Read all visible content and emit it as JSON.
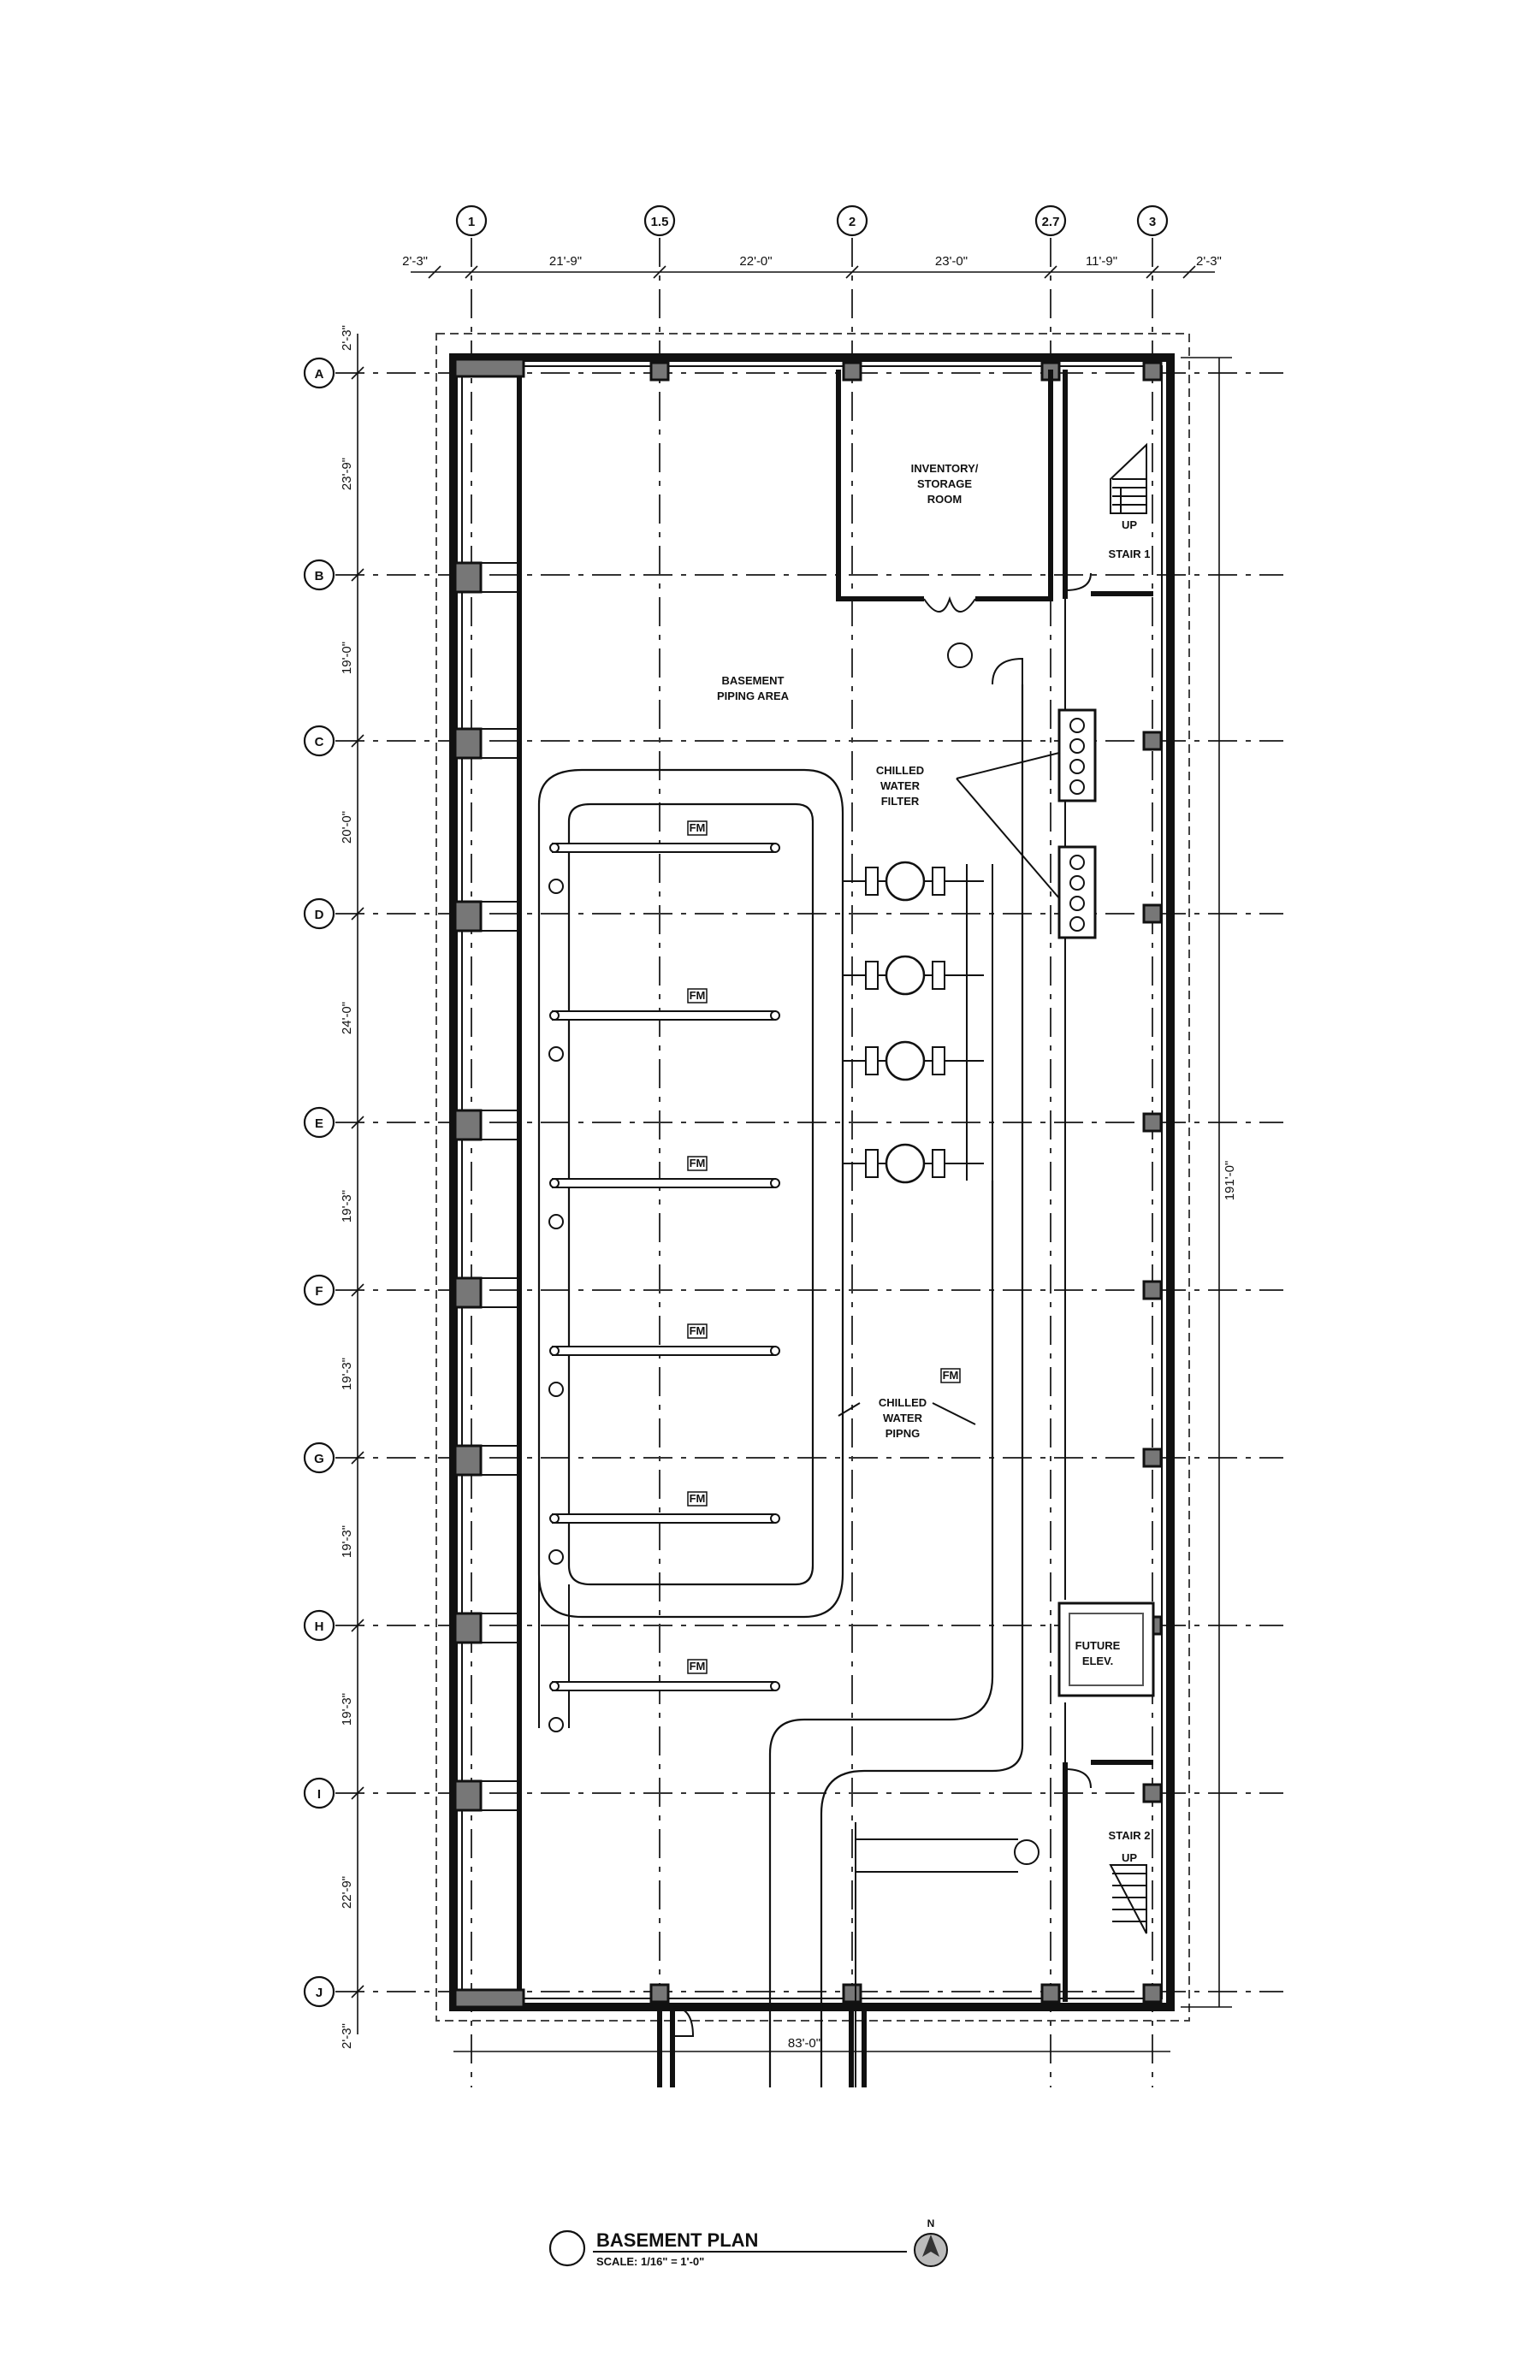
{
  "plan": {
    "title": "BASEMENT PLAN",
    "scale": "SCALE: 1/16\" = 1'-0\"",
    "north_label": "N"
  },
  "grid": {
    "columns": [
      "1",
      "1.5",
      "2",
      "2.7",
      "3"
    ],
    "rows": [
      "A",
      "B",
      "C",
      "D",
      "E",
      "F",
      "G",
      "H",
      "I",
      "J"
    ],
    "column_dims": [
      "2'-3\"",
      "21'-9\"",
      "22'-0\"",
      "23'-0\"",
      "11'-9\"",
      "2'-3\""
    ],
    "row_dims": [
      "23'-9\"",
      "19'-0\"",
      "20'-0\"",
      "24'-0\"",
      "19'-3\"",
      "19'-3\"",
      "19'-3\"",
      "19'-3\"",
      "22'-9\""
    ],
    "top_offset": "2'-3\"",
    "bottom_offset": "2'-3\"",
    "overall_length": "191'-0\"",
    "overall_width": "83'-0\""
  },
  "rooms": {
    "inventory": "INVENTORY/\nSTORAGE\nROOM",
    "stair1": "STAIR 1",
    "stair2": "STAIR 2",
    "up": "UP",
    "basement_area": "BASEMENT\nPIPING AREA",
    "elevator": "FUTURE\nELEV.",
    "chilled_filter": "CHILLED\nWATER\nFILTER",
    "chilled_piping": "CHILLED\nWATER\nPIPNG",
    "flow_meter": "FM"
  }
}
